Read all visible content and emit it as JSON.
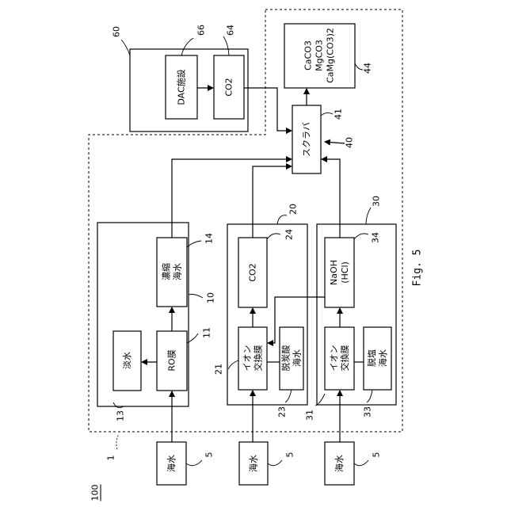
{
  "figure_label": "Fig. 5",
  "ref_100": "100",
  "ref_1": "1",
  "nodes": {
    "sea1": {
      "text": "海水",
      "ref": "5"
    },
    "sea2": {
      "text": "海水",
      "ref": "5"
    },
    "sea3": {
      "text": "海水",
      "ref": "5"
    },
    "ro": {
      "text": "RO膜",
      "ref": "11"
    },
    "fresh": {
      "text": "淡水",
      "ref": "13"
    },
    "conc": {
      "line1": "濃縮",
      "line2": "海水",
      "ref": "14"
    },
    "ion1": {
      "line1": "イオン",
      "line2": "交換膜",
      "ref": "21"
    },
    "decarb": {
      "line1": "脱炭酸",
      "line2": "海水",
      "ref": "23"
    },
    "co2b": {
      "text": "CO2",
      "ref": "24"
    },
    "ion2": {
      "line1": "イオン",
      "line2": "交換膜",
      "ref": "31"
    },
    "desalt": {
      "line1": "脱塩",
      "line2": "海水",
      "ref": "33"
    },
    "naoh": {
      "line1": "NaOH",
      "line2": "(HCl)",
      "ref": "34"
    },
    "scrubber": {
      "text": "スクラバ",
      "ref": "41"
    },
    "product": {
      "line1": "CaCO3",
      "line2": "MgCO3",
      "line3": "CaMg(CO3)2",
      "ref": "44"
    },
    "dac": {
      "text": "DAC施設",
      "ref": "66"
    },
    "co2top": {
      "text": "CO2",
      "ref": "64"
    }
  },
  "groups": {
    "g10": "10",
    "g20": "20",
    "g30": "30",
    "g40": "40",
    "g60": "60"
  }
}
